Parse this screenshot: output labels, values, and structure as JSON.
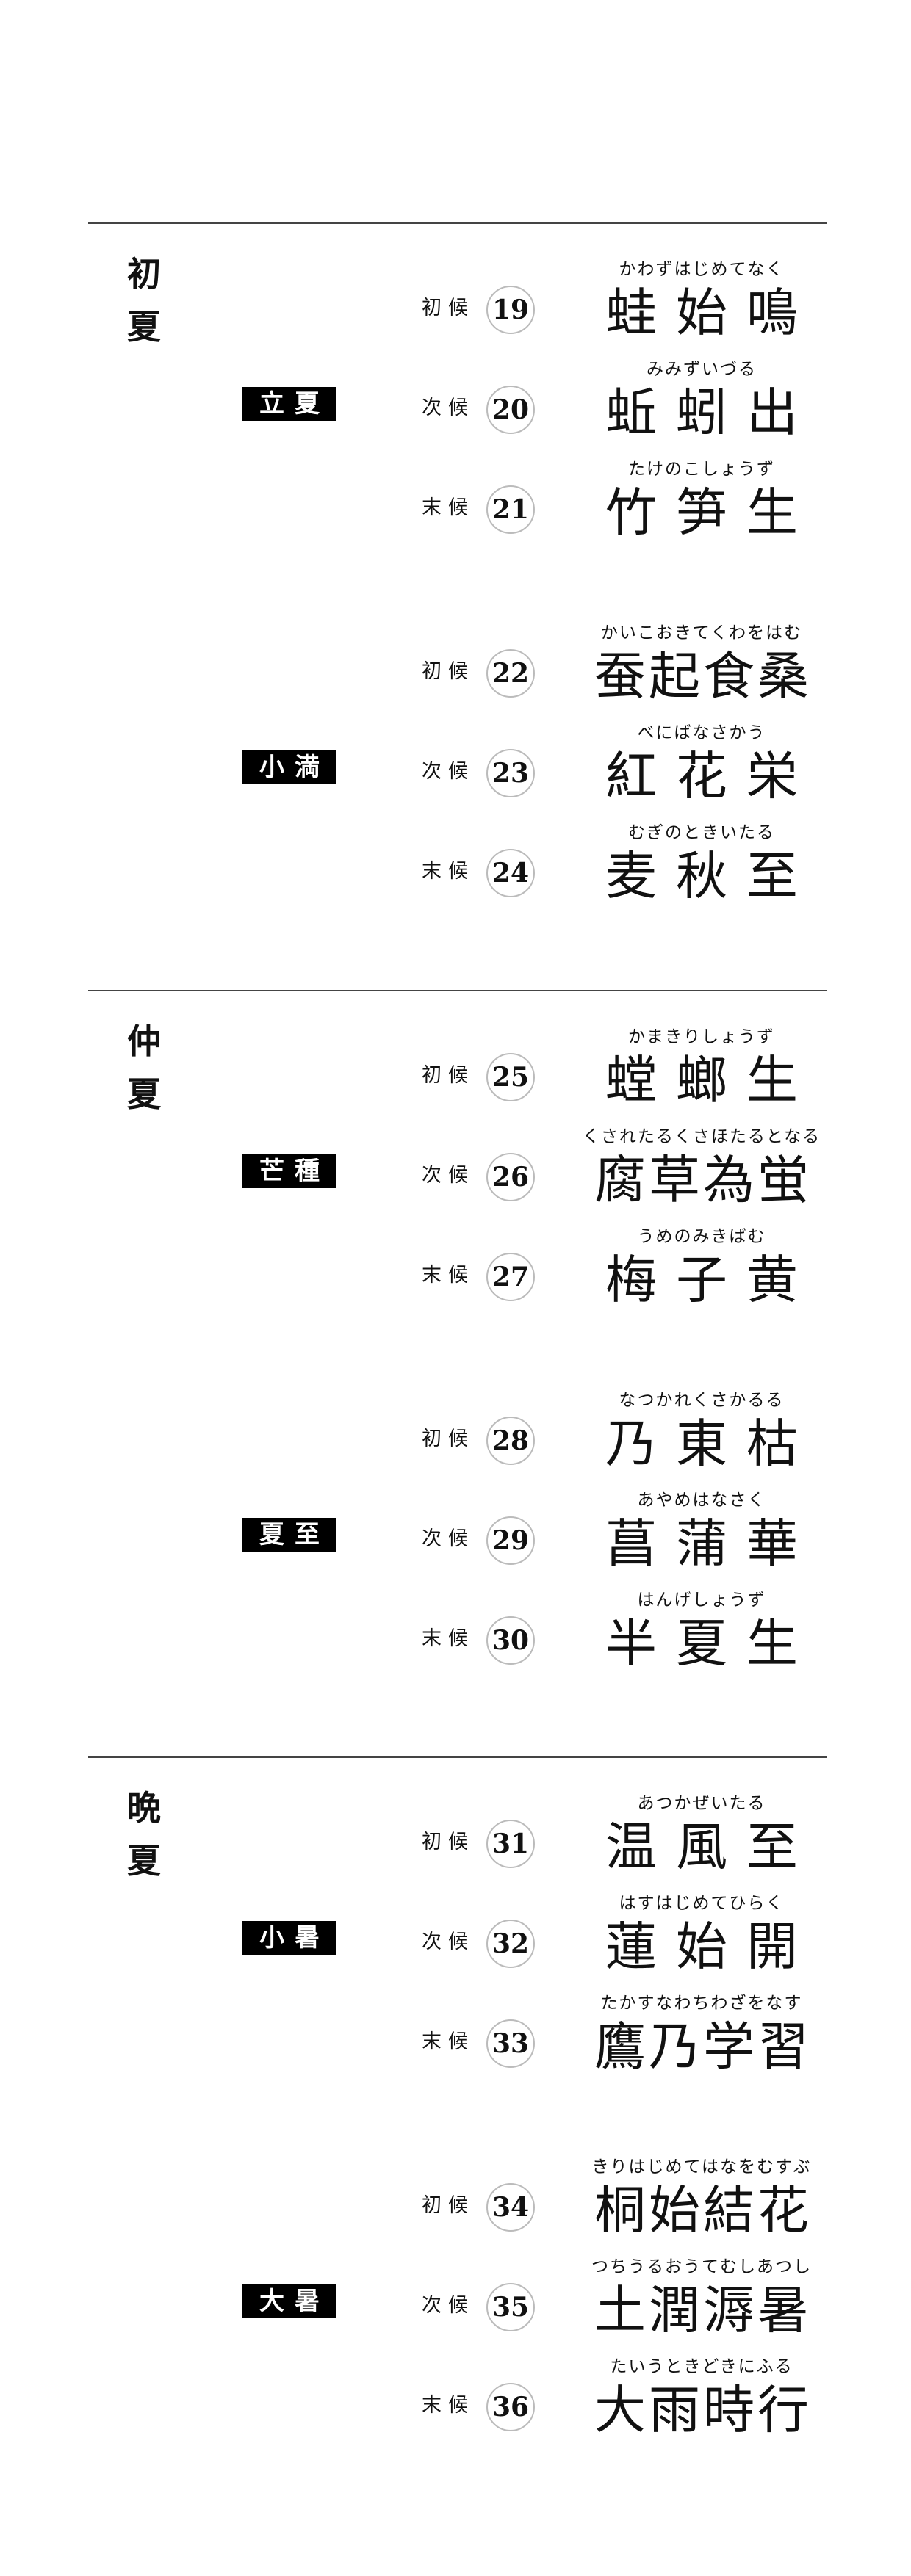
{
  "sections": [
    {
      "season": [
        "初",
        "夏"
      ],
      "terms": [
        {
          "name": "立夏",
          "rows": [
            {
              "label": "初候",
              "num": "19",
              "reading": "かわずはじめてなく",
              "kanji": "蛙始鳴"
            },
            {
              "label": "次候",
              "num": "20",
              "reading": "みみずいづる",
              "kanji": "蚯蚓出"
            },
            {
              "label": "末候",
              "num": "21",
              "reading": "たけのこしょうず",
              "kanji": "竹笋生"
            }
          ]
        },
        {
          "name": "小満",
          "rows": [
            {
              "label": "初候",
              "num": "22",
              "reading": "かいこおきてくわをはむ",
              "kanji": "蚕起食桑"
            },
            {
              "label": "次候",
              "num": "23",
              "reading": "べにばなさかう",
              "kanji": "紅花栄"
            },
            {
              "label": "末候",
              "num": "24",
              "reading": "むぎのときいたる",
              "kanji": "麦秋至"
            }
          ]
        }
      ]
    },
    {
      "season": [
        "仲",
        "夏"
      ],
      "terms": [
        {
          "name": "芒種",
          "rows": [
            {
              "label": "初候",
              "num": "25",
              "reading": "かまきりしょうず",
              "kanji": "螳螂生"
            },
            {
              "label": "次候",
              "num": "26",
              "reading": "くされたるくさほたるとなる",
              "kanji": "腐草為蛍"
            },
            {
              "label": "末候",
              "num": "27",
              "reading": "うめのみきばむ",
              "kanji": "梅子黄"
            }
          ]
        },
        {
          "name": "夏至",
          "rows": [
            {
              "label": "初候",
              "num": "28",
              "reading": "なつかれくさかるる",
              "kanji": "乃東枯"
            },
            {
              "label": "次候",
              "num": "29",
              "reading": "あやめはなさく",
              "kanji": "菖蒲華"
            },
            {
              "label": "末候",
              "num": "30",
              "reading": "はんげしょうず",
              "kanji": "半夏生"
            }
          ]
        }
      ]
    },
    {
      "season": [
        "晩",
        "夏"
      ],
      "terms": [
        {
          "name": "小暑",
          "rows": [
            {
              "label": "初候",
              "num": "31",
              "reading": "あつかぜいたる",
              "kanji": "温風至"
            },
            {
              "label": "次候",
              "num": "32",
              "reading": "はすはじめてひらく",
              "kanji": "蓮始開"
            },
            {
              "label": "末候",
              "num": "33",
              "reading": "たかすなわちわざをなす",
              "kanji": "鷹乃学習"
            }
          ]
        },
        {
          "name": "大暑",
          "rows": [
            {
              "label": "初候",
              "num": "34",
              "reading": "きりはじめてはなをむすぶ",
              "kanji": "桐始結花"
            },
            {
              "label": "次候",
              "num": "35",
              "reading": "つちうるおうてむしあつし",
              "kanji": "土潤溽暑"
            },
            {
              "label": "末候",
              "num": "36",
              "reading": "たいうときどきにふる",
              "kanji": "大雨時行"
            }
          ]
        }
      ]
    }
  ]
}
